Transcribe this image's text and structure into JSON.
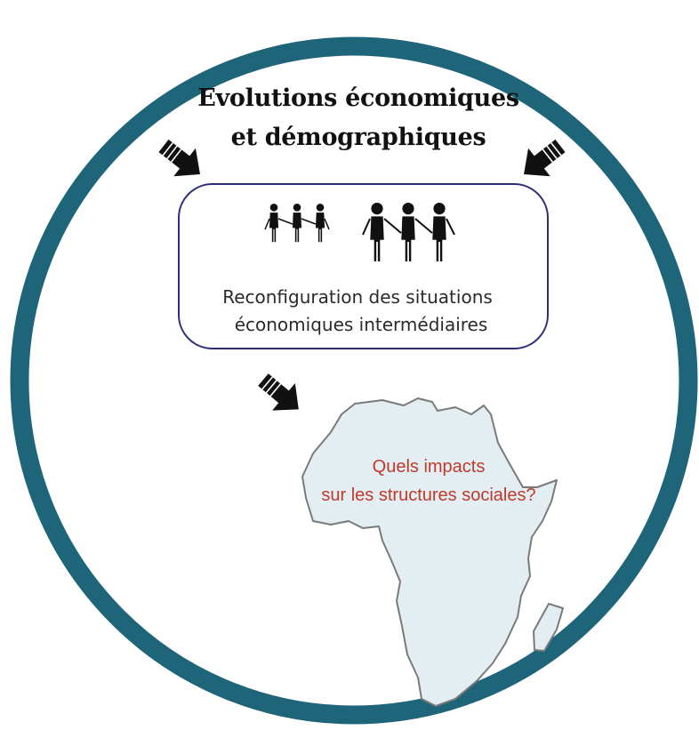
{
  "title": {
    "line1": "Evolutions économiques",
    "line2": "et démographiques"
  },
  "box": {
    "line1": "Reconfiguration des situations",
    "line2": "économiques intermédiaires"
  },
  "question": {
    "line1": "Quels impacts",
    "line2": "sur les structures sociales?"
  },
  "icons": {
    "people_small": "three-people-holding-hands-icon",
    "people_large": "three-people-holding-hands-icon",
    "arrow": "diagonal-arrow-icon",
    "map": "africa-map-icon"
  },
  "colors": {
    "ring": "#1f6579",
    "map_fill": "#e2eef1",
    "map_stroke": "#7a7a7a",
    "box_border": "#2d2d7a",
    "question_text": "#c0392b",
    "figures": "#111111"
  }
}
